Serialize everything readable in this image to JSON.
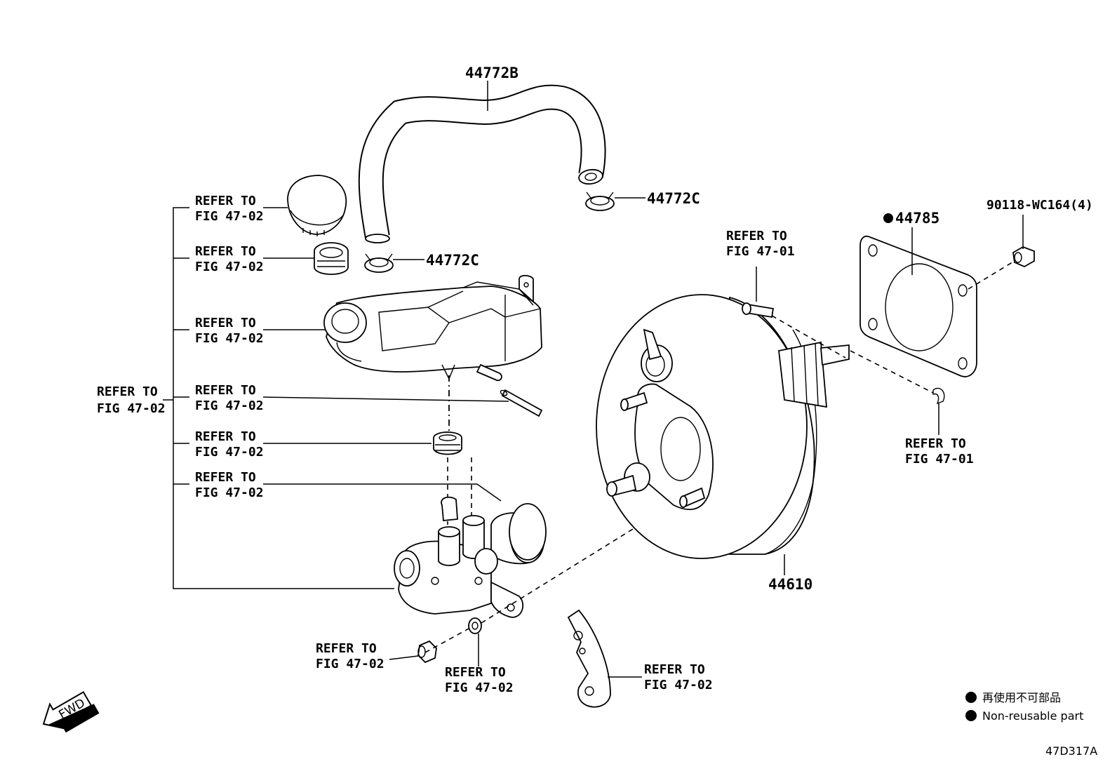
{
  "parts": {
    "hose": "44772B",
    "clip_upper": "44772C",
    "clip_lower": "44772C",
    "gasket": "44785",
    "nut": "90118-WC164(4)",
    "booster": "44610"
  },
  "refs": {
    "group": [
      "REFER TO",
      "FIG 47-02"
    ],
    "cap": [
      "REFER TO",
      "FIG 47-02"
    ],
    "strainer": [
      "REFER TO",
      "FIG 47-02"
    ],
    "reservoir": [
      "REFER TO",
      "FIG 47-02"
    ],
    "pin": [
      "REFER TO",
      "FIG 47-02"
    ],
    "grommet": [
      "REFER TO",
      "FIG 47-02"
    ],
    "o_ring": [
      "REFER TO",
      "FIG 47-02"
    ],
    "bolt": [
      "REFER TO",
      "FIG 47-01"
    ],
    "clevis_pin": [
      "REFER TO",
      "FIG 47-01"
    ],
    "mc_nut": [
      "REFER TO",
      "FIG 47-02"
    ],
    "washer": [
      "REFER TO",
      "FIG 47-02"
    ],
    "bracket": [
      "REFER TO",
      "FIG 47-02"
    ]
  },
  "legend": {
    "japanese": "再使用不可部品",
    "english": "Non-reusable part"
  },
  "fwd_label": "FWD",
  "figure_code": "47D317A"
}
